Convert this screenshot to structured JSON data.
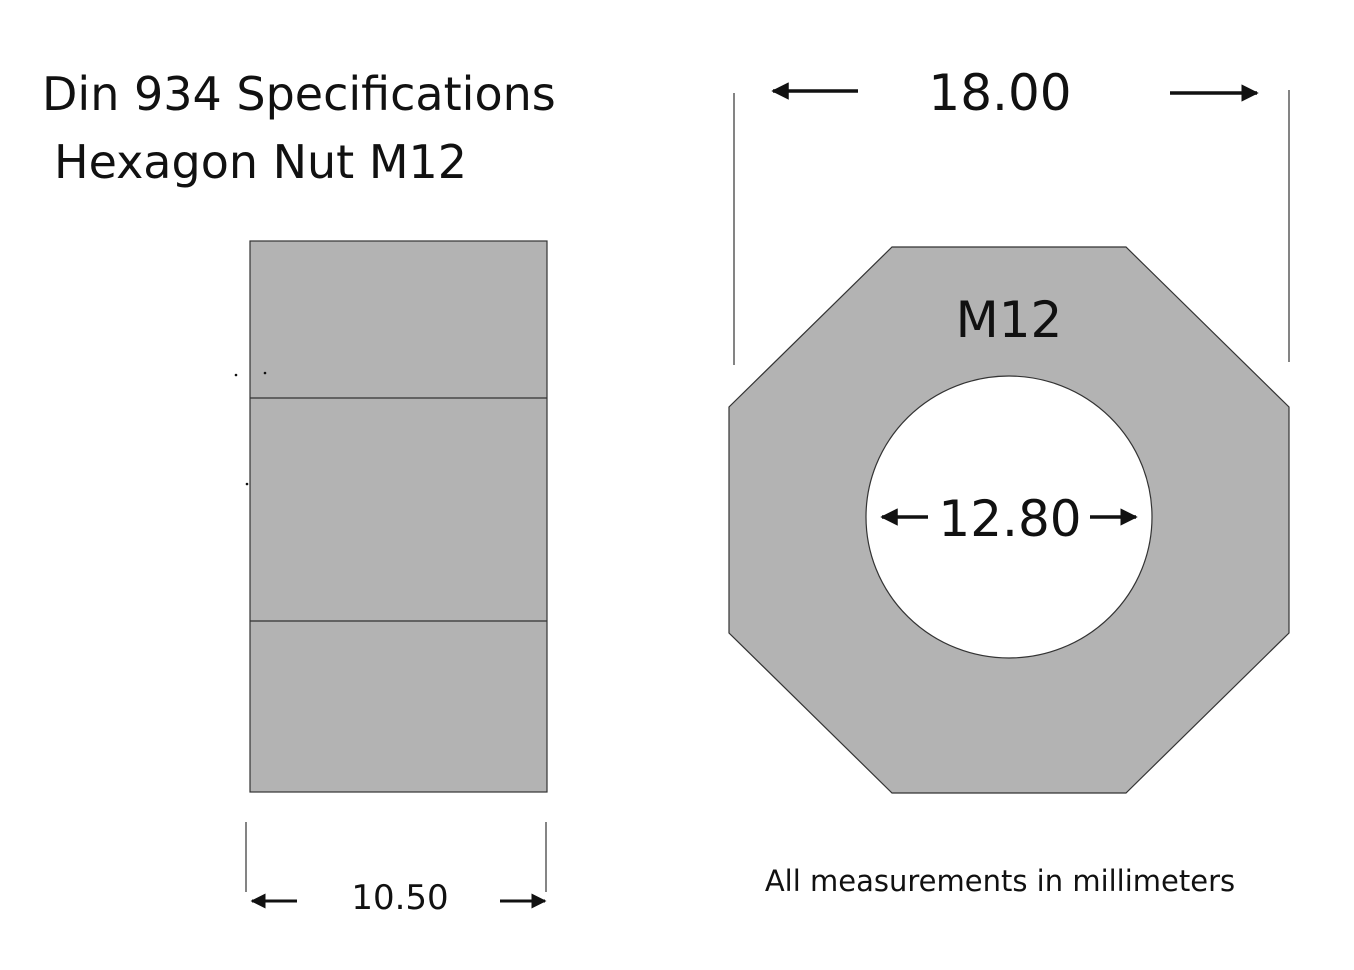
{
  "title": {
    "line1": "Din 934 Specifications",
    "line2": "Hexagon Nut M12"
  },
  "dimensions": {
    "width_across_flats": "18.00",
    "inner_diameter": "12.80",
    "thickness": "10.50"
  },
  "thread_label": "M12",
  "note": "All measurements in millimeters",
  "colors": {
    "nut_fill": "#b3b3b3",
    "outline": "#333333",
    "text": "#111111",
    "background": "#ffffff"
  }
}
